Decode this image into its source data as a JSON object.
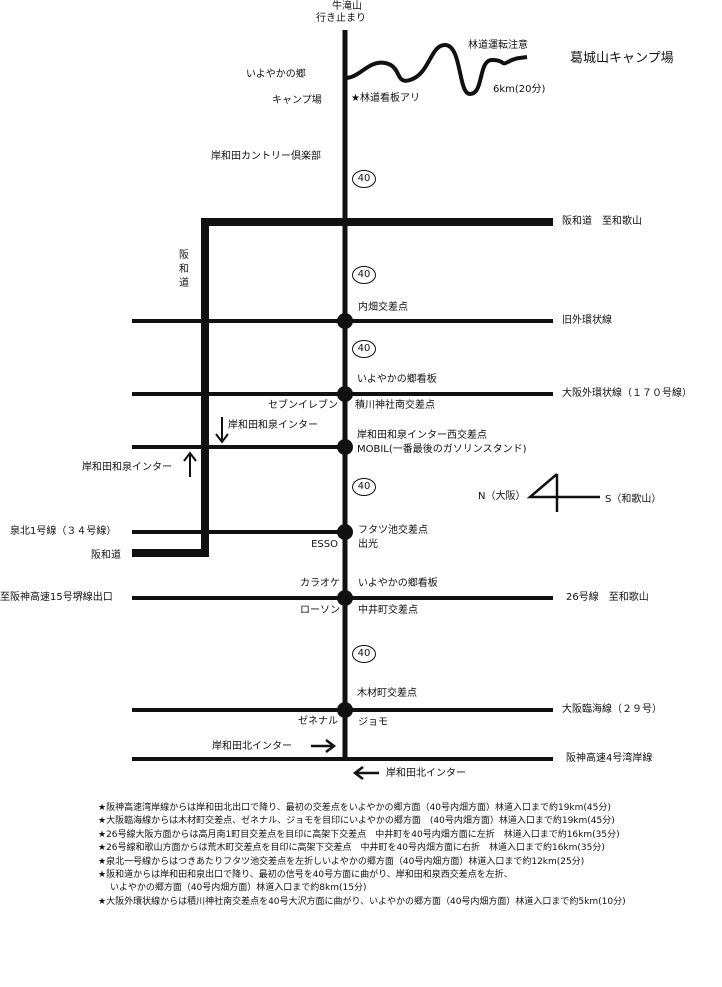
{
  "top": {
    "place": "牛滝山",
    "note": "行き止まり"
  },
  "camp": {
    "name": "葛城山キャンプ場",
    "caution": "林道運転注意",
    "distance": "6km(20分)",
    "village_line1": "いよやかの郷",
    "village_line2": "キャンプ場",
    "sign": "★林道看板アリ"
  },
  "country_club": "岸和田カントリー倶楽部",
  "route_number": "40",
  "roads": {
    "hanwa_top": "阪和道　至和歌山",
    "hanwa_vertical": "阪和道",
    "hanwa_bottom": "阪和道",
    "kyu_gaikan": "旧外環状線",
    "osaka_gaikan": "大阪外環状線（１７０号線）",
    "senboku": "泉北1号線（３４号線）",
    "hanshin_15": "至阪神高速15号堺線出口",
    "route26": "26号線　至和歌山",
    "osaka_rinkai": "大阪臨海線（２９号）",
    "hanshin_4": "阪神高速4号湾岸線"
  },
  "intersections": {
    "uchihata": "内畑交差点",
    "iyoyaka_sign1": "いよやかの郷看板",
    "seven": "セブンイレブン",
    "tsumikawa": "積川神社南交差点",
    "izumi_west": "岸和田和泉インター西交差点",
    "mobil": "MOBIL(一番最後のガソリンスタンド)",
    "futatsu": "フタツ池交差点",
    "esso": "ESSO",
    "idemitsu": "出光",
    "karaoke": "カラオケ",
    "iyoyaka_sign2": "いよやかの郷看板",
    "lawson": "ローソン",
    "nakai": "中井町交差点",
    "zaimoku": "木材町交差点",
    "zenaru": "ゼネナル",
    "jomo": "ジョモ"
  },
  "interchanges": {
    "izumi_ic_down": "岸和田和泉インター",
    "izumi_ic_up": "岸和田和泉インター",
    "kita_ic_right": "岸和田北インター",
    "kita_ic_left": "岸和田北インター"
  },
  "compass": {
    "north": "N（大阪）",
    "south": "S（和歌山）"
  },
  "notes": [
    "★阪神高速湾岸線からは岸和田北出口で降り、最初の交差点をいよやかの郷方面（40号内畑方面）林道入口まで約19km(45分)",
    "★大阪臨海線からは木材町交差点、ゼネナル、ジョモを目印にいよやかの郷方面　(40号内畑方面）林道入口まで約19km(45分)",
    "★26号線大阪方面からは高月南1町目交差点を目印に高架下交差点　中井町を40号内畑方面に左折　林道入口まで約16km(35分)",
    "★26号線和歌山方面からは荒木町交差点を目印に高架下交差点　中井町を40号内畑方面に右折　林道入口まで約16km(35分)",
    "★泉北一号線からはつきあたりフタツ池交差点を左折しいよやかの郷方面（40号内畑方面）林道入口まで約12km(25分)",
    "★阪和道からは岸和田和泉出口で降り、最初の信号を40号方面に曲がり、岸和田和泉西交差点を左折、",
    "いよやかの郷方面（40号内畑方面）林道入口まで約8km(15分)",
    "★大阪外環状線からは積川神社南交差点を40号大沢方面に曲がり、いよやかの郷方面（40号内畑方面）林道入口まで約5km(10分)"
  ]
}
